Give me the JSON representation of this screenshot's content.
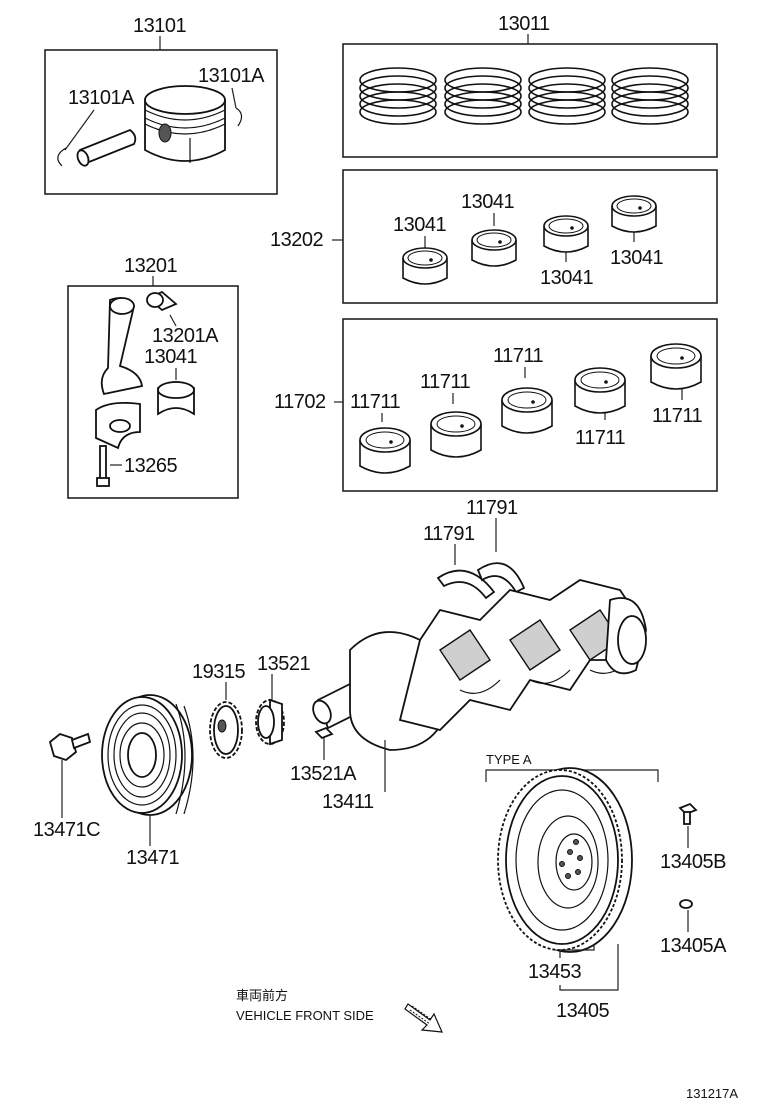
{
  "labels": {
    "piston_set": "13101",
    "piston_snap_ring_left": "13101A",
    "piston_snap_ring_right": "13101A",
    "ring_set": "13011",
    "con_rod_bearing_set": "13202",
    "crank_bearing_a": "13041",
    "crank_bearing_b": "13041",
    "crank_bearing_c": "13041",
    "crank_bearing_d": "13041",
    "con_rod_assy": "13201",
    "con_rod_bush": "13201A",
    "con_rod_bearing": "13041",
    "con_rod_bolt": "13265",
    "main_bearing_set": "11702",
    "main_bearing_1": "11711",
    "main_bearing_2": "11711",
    "main_bearing_3": "11711",
    "main_bearing_4": "11711",
    "main_bearing_5": "11711",
    "thrust_washer_left": "11791",
    "thrust_washer_right": "11791",
    "oil_pump_gear": "19315",
    "timing_gear": "13521",
    "key": "13521A",
    "crankshaft": "13411",
    "pulley_bolt": "13471C",
    "pulley": "13471",
    "type_a": "TYPE A",
    "flywheel_bolt": "13405B",
    "flywheel_pin": "13405A",
    "ring_gear": "13453",
    "flywheel": "13405",
    "front_jp": "車両前方",
    "front_en": "VEHICLE FRONT SIDE",
    "figure_code": "131217A"
  }
}
